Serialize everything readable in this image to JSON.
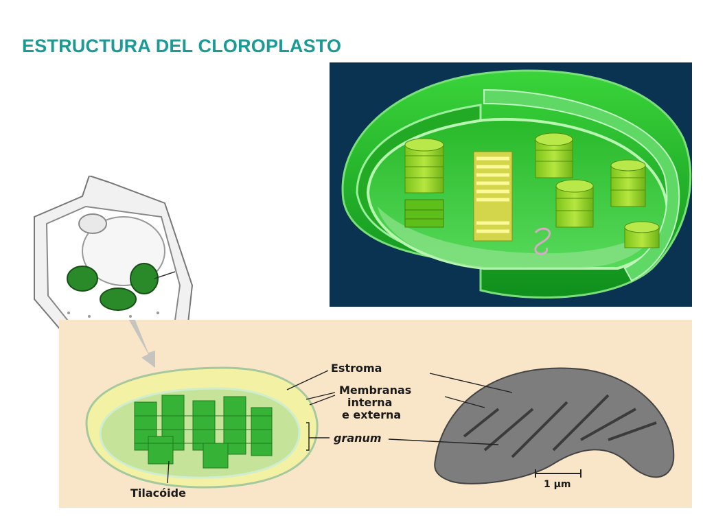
{
  "slide": {
    "title": "ESTRUCTURA DEL CLOROPLASTO",
    "title_color": "#1b9a96"
  },
  "diagram": {
    "labels": {
      "estroma": "Estroma",
      "membranas_line1": "Membranas",
      "membranas_line2": "interna",
      "membranas_line3": "e externa",
      "granum": "granum",
      "tilacoide": "Tilacóide",
      "scale": "1 µm"
    },
    "colors": {
      "panel_bg": "#0a3352",
      "lower_bg": "#f9e6c8",
      "chloroplast_green": "#2fbe2a",
      "grana_green": "#8fd41e",
      "lamella_yellow": "#e6e85a"
    }
  }
}
